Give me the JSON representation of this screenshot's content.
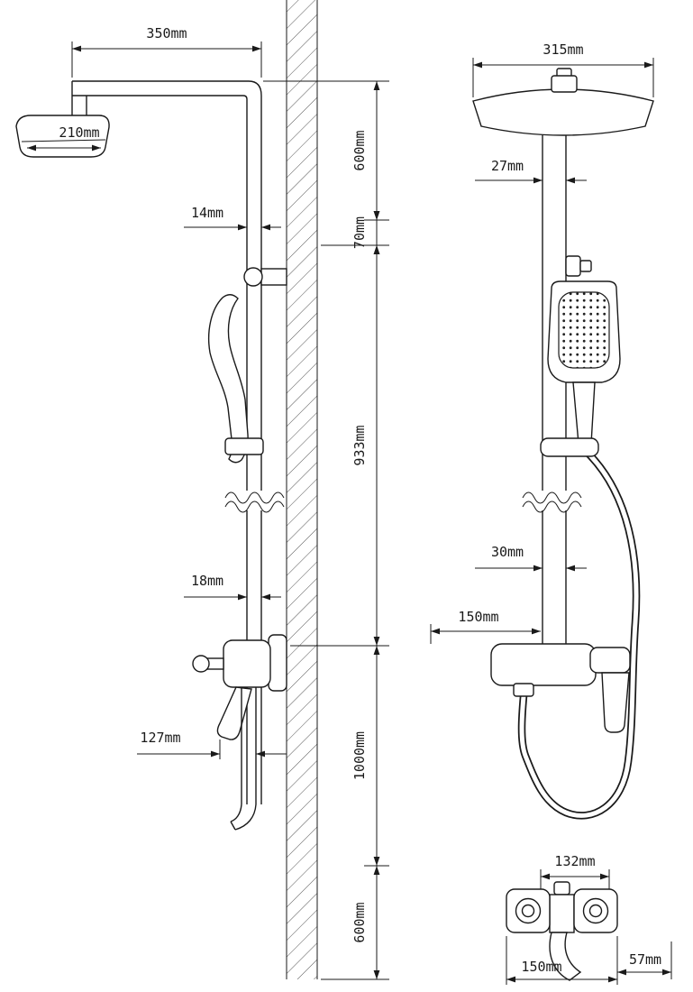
{
  "colors": {
    "line": "#1a1a1a",
    "background": "#ffffff"
  },
  "side_view": {
    "arm_length": "350mm",
    "head_diameter": "210mm",
    "pipe_diameter_upper": "14mm",
    "pipe_diameter_lower": "18mm",
    "handle_length": "127mm"
  },
  "height_chain": {
    "top": "600mm",
    "offset": "70mm",
    "column": "933mm",
    "valve_height": "1000mm",
    "bottom": "600mm"
  },
  "front_view": {
    "head_width": "315mm",
    "pipe_width_upper": "27mm",
    "pipe_width_lower": "30mm",
    "valve_center_offset": "150mm"
  },
  "valve_detail": {
    "body_width": "132mm",
    "inlet_spacing": "150mm",
    "side_offset": "57mm"
  }
}
